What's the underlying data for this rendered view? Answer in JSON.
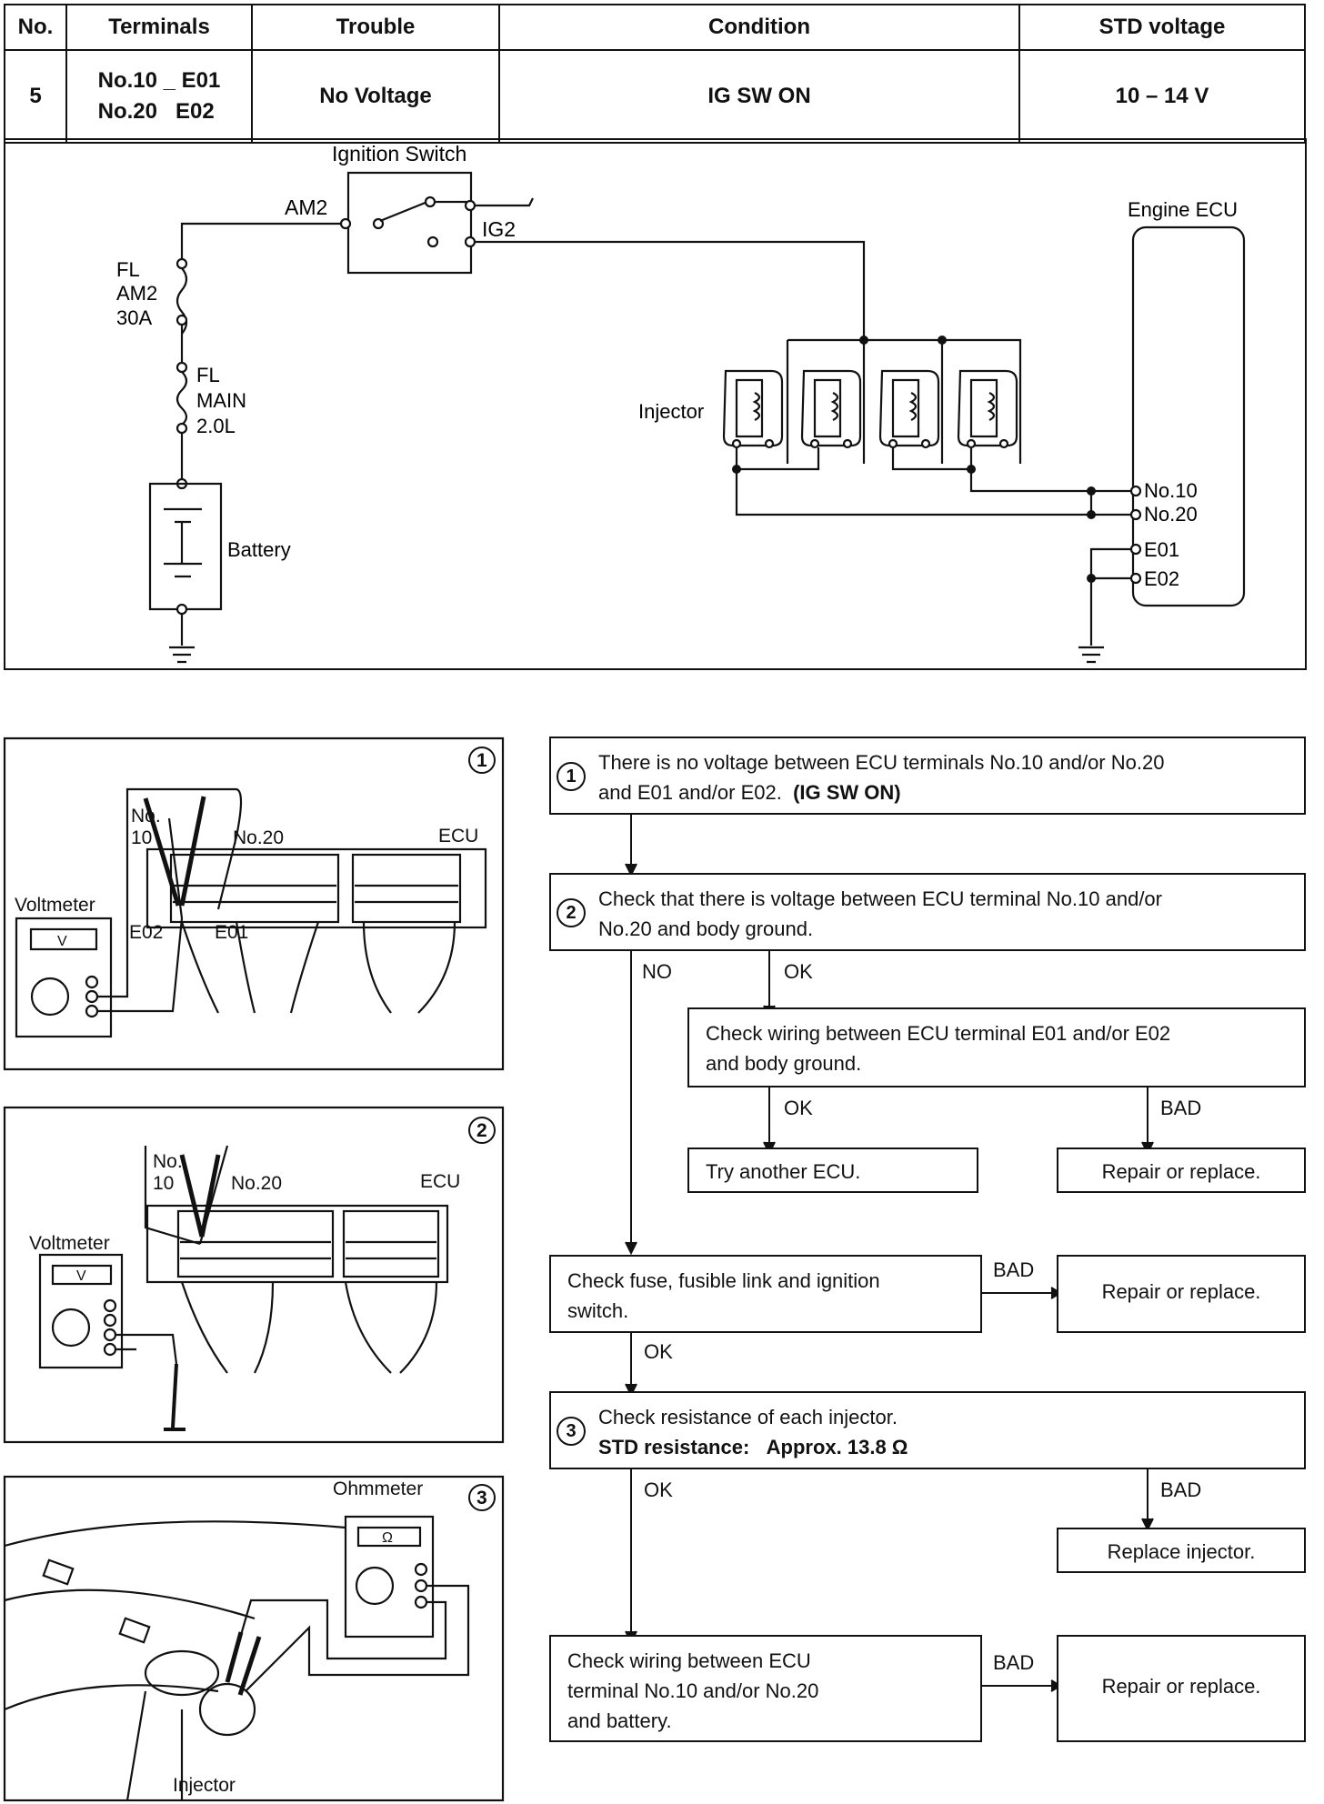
{
  "table": {
    "headers": [
      "No.",
      "Terminals",
      "Trouble",
      "Condition",
      "STD voltage"
    ],
    "row": {
      "no": "5",
      "terminals_line1": "No.10 _ E01",
      "terminals_line2": "No.20   E02",
      "trouble": "No Voltage",
      "condition": "IG SW ON",
      "std_voltage": "10 – 14 V"
    }
  },
  "circuit": {
    "ignition_switch": "Ignition Switch",
    "am2": "AM2",
    "ig2": "IG2",
    "fl_am2": [
      "FL",
      "AM2",
      "30A"
    ],
    "fl_main": [
      "FL",
      "MAIN",
      "2.0L"
    ],
    "battery": "Battery",
    "injector": "Injector",
    "engine_ecu": "Engine ECU",
    "ecu_terminals": [
      "No.10",
      "No.20",
      "E01",
      "E02"
    ]
  },
  "illustrations": {
    "ill1": {
      "num": "1",
      "voltmeter": "Voltmeter",
      "v": "V",
      "no": "No.",
      "ten": "10",
      "no20": "No.20",
      "ecu": "ECU",
      "e02": "E02",
      "e01": "E01"
    },
    "ill2": {
      "num": "2",
      "voltmeter": "Voltmeter",
      "v": "V",
      "no": "No.",
      "ten": "10",
      "no20": "No.20",
      "ecu": "ECU"
    },
    "ill3": {
      "num": "3",
      "ohmmeter": "Ohmmeter",
      "omega": "Ω",
      "injector": "Injector"
    }
  },
  "flow": {
    "step1": {
      "num": "1",
      "line1": "There is no voltage between ECU terminals No.10 and/or No.20",
      "line2": "and E01 and/or E02.",
      "bold": "(IG SW ON)"
    },
    "step2": {
      "num": "2",
      "line1": "Check that there is voltage between ECU terminal No.10 and/or",
      "line2": "No.20 and body ground."
    },
    "no_label": "NO",
    "ok_label": "OK",
    "bad_label": "BAD",
    "check_wiring_e": {
      "line1": "Check wiring between ECU terminal E01 and/or E02",
      "line2": "and body ground."
    },
    "try_ecu": "Try another ECU.",
    "repair": "Repair or replace.",
    "check_fuse": {
      "line1": "Check fuse, fusible link and ignition",
      "line2": "switch."
    },
    "step3": {
      "num": "3",
      "line1": "Check resistance of each injector.",
      "line2a": "STD resistance:",
      "line2b": "Approx. 13.8 Ω"
    },
    "replace_injector": "Replace injector.",
    "check_wiring_b": {
      "line1": "Check wiring between ECU",
      "line2": "terminal No.10 and/or No.20",
      "line3": "and battery."
    }
  }
}
